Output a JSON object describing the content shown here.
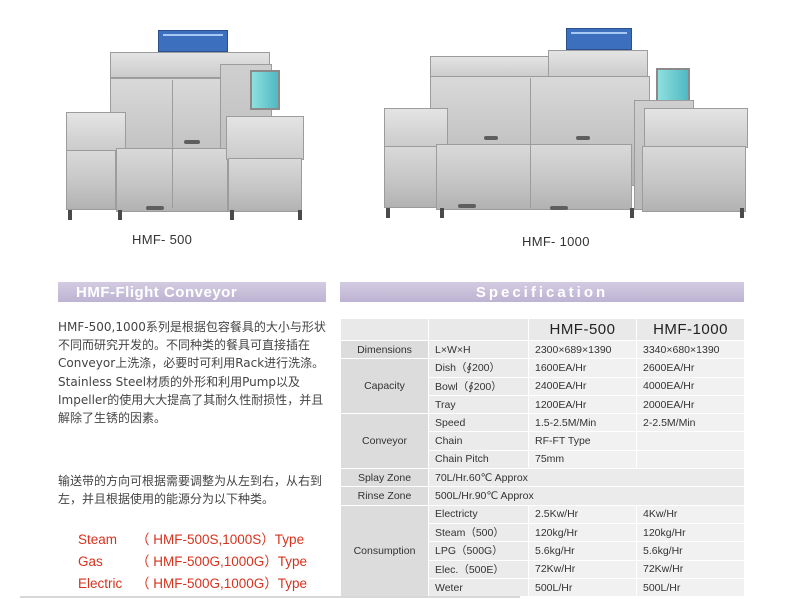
{
  "models": {
    "left_label": "HMF- 500",
    "right_label": "HMF- 1000"
  },
  "left_section": {
    "title": "HMF-Flight Conveyor",
    "paragraph1": "HMF-500,1000系列是根据包容餐具的大小与形状不同而研究开发的。不同种类的餐具可直接插在Conveyor上洗涤，必要时可利用Rack进行洗涤。Stainless Steel材质的外形和利用Pump以及Impeller的使用大大提高了其耐久性耐损性，并且解除了生锈的因素。",
    "paragraph2": "输送带的方向可根据需要调整为从左到右，从右到左，并且根据使用的能源分为以下种类。",
    "types": [
      {
        "name": "Steam",
        "value": "（ HMF-500S,1000S）Type"
      },
      {
        "name": "Gas",
        "value": "（ HMF-500G,1000G）Type"
      },
      {
        "name": "Electric",
        "value": "（ HMF-500G,1000G）Type"
      }
    ]
  },
  "spec": {
    "title": "Specification",
    "col1": "HMF-500",
    "col2": "HMF-1000",
    "dimensions": {
      "label": "Dimensions",
      "sub": "L×W×H",
      "v1": "2300×689×1390",
      "v2": "3340×680×1390"
    },
    "capacity": {
      "label": "Capacity",
      "rows": [
        {
          "sub": "Dish（∮200）",
          "v1": "1600EA/Hr",
          "v2": "2600EA/Hr"
        },
        {
          "sub": "Bowl（∮200）",
          "v1": "2400EA/Hr",
          "v2": "4000EA/Hr"
        },
        {
          "sub": "Tray",
          "v1": "1200EA/Hr",
          "v2": "2000EA/Hr"
        }
      ]
    },
    "conveyor": {
      "label": "Conveyor",
      "rows": [
        {
          "sub": "Speed",
          "v1": "1.5-2.5M/Min",
          "v2": "2-2.5M/Min"
        },
        {
          "sub": "Chain",
          "v1": "RF-FT Type",
          "v2": ""
        },
        {
          "sub": "Chain Pitch",
          "v1": "75mm",
          "v2": ""
        }
      ]
    },
    "splay": {
      "label": "Splay Zone",
      "value": "70L/Hr.60℃ Approx"
    },
    "rinse": {
      "label": "Rinse Zone",
      "value": "500L/Hr.90℃ Approx"
    },
    "consumption": {
      "label": "Consumption",
      "rows": [
        {
          "sub": "Electricty",
          "v1": "2.5Kw/Hr",
          "v2": "4Kw/Hr"
        },
        {
          "sub": "Steam（500）",
          "v1": "120kg/Hr",
          "v2": "120kg/Hr"
        },
        {
          "sub": "LPG（500G）",
          "v1": "5.6kg/Hr",
          "v2": "5.6kg/Hr"
        },
        {
          "sub": "Elec.（500E）",
          "v1": "72Kw/Hr",
          "v2": "72Kw/Hr"
        },
        {
          "sub": "Weter",
          "v1": "500L/Hr",
          "v2": "500L/Hr"
        }
      ]
    }
  }
}
